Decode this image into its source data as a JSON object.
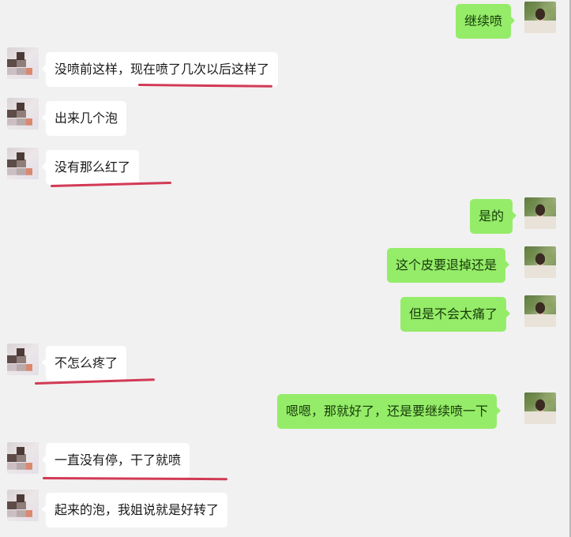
{
  "chat": {
    "messages": [
      {
        "side": "out",
        "text": "继续喷"
      },
      {
        "side": "in",
        "text": "没喷前这样，现在喷了几次以后这样了",
        "underlined": true
      },
      {
        "side": "in",
        "text": "出来几个泡"
      },
      {
        "side": "in",
        "text": "没有那么红了",
        "underlined": true
      },
      {
        "side": "out",
        "text": "是的"
      },
      {
        "side": "out",
        "text": "这个皮要退掉还是"
      },
      {
        "side": "out",
        "text": "但是不会太痛了"
      },
      {
        "side": "in",
        "text": "不怎么疼了",
        "underlined": true
      },
      {
        "side": "out",
        "text": "嗯嗯，那就好了，还是要继续喷一下"
      },
      {
        "side": "in",
        "text": "一直没有停，干了就喷",
        "underlined": true
      },
      {
        "side": "in",
        "text": "起来的泡，我姐说就是好转了"
      }
    ]
  },
  "colors": {
    "background": "#f1f1f1",
    "incoming_bubble": "#ffffff",
    "outgoing_bubble": "#95ec69",
    "annotation_underline": "#d23a55"
  }
}
